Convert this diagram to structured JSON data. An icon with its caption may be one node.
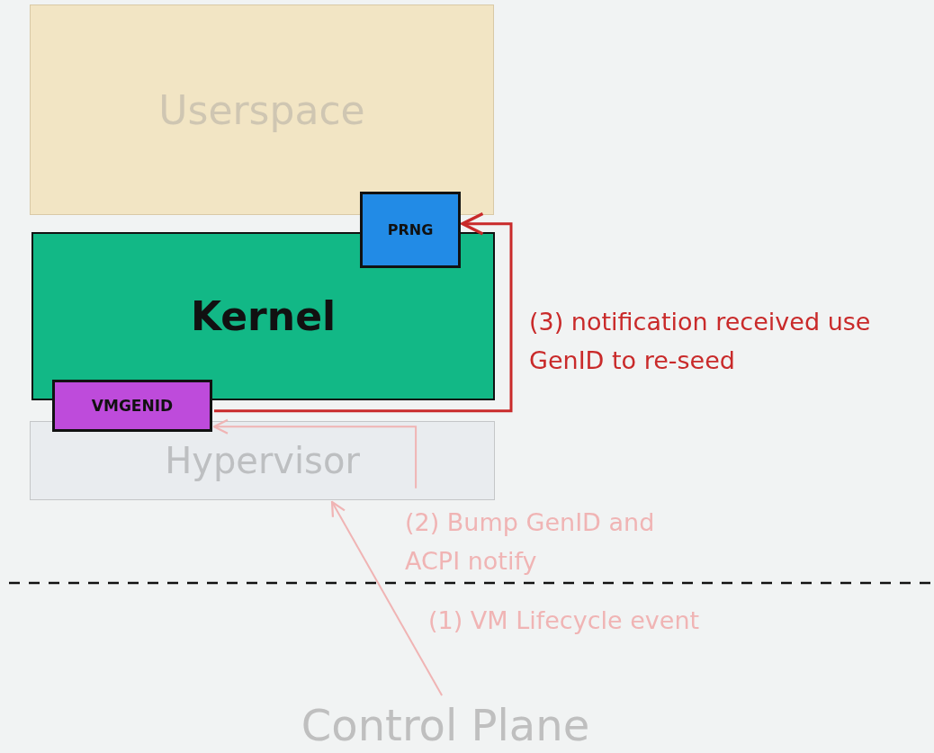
{
  "diagram": {
    "nodes": [
      {
        "text": [
          "Userspace"
        ]
      },
      {
        "text": [
          "PRNG"
        ]
      },
      {
        "text": [
          "Kernel"
        ]
      },
      {
        "text": [
          "VMGENID"
        ]
      },
      {
        "text": [
          "Hypervisor"
        ]
      },
      {
        "text": [
          "Control Plane"
        ]
      }
    ],
    "edges": [
      {
        "from": 5,
        "to": 4,
        "arrow": "to",
        "label": "(1) VM Lifecycle event"
      },
      {
        "from": 4,
        "to": 3,
        "arrow": "to",
        "label": "(2) Bump GenID and ACPI notify"
      },
      {
        "from": 3,
        "to": 1,
        "arrow": "to",
        "label": "(3) notification received use GenID to re-seed",
        "color": "#c92a2a"
      }
    ]
  }
}
